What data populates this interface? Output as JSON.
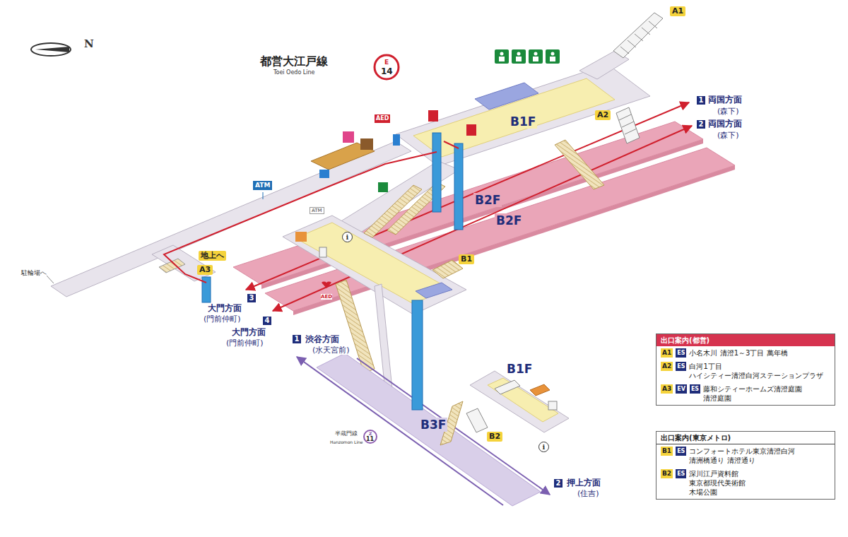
{
  "diagram": {
    "title": "都営大江戸線",
    "nodes": [
      {
        "text": [
          "出口案内(都営)"
        ]
      },
      {
        "text": [
          "A1",
          "ES",
          "小名木川 清澄1～3丁目 萬年橋"
        ],
        "in": 0
      },
      {
        "text": [
          "A2",
          "ES",
          "白河1丁目 ハイシティー清澄白河ステーションプラザ"
        ],
        "in": 0
      },
      {
        "text": [
          "A3",
          "EV",
          "ES",
          "藤和シティーホームズ清澄庭園 清澄庭園"
        ],
        "in": 0
      },
      {
        "text": [
          "出口案内(東京メトロ)"
        ]
      },
      {
        "text": [
          "B1",
          "ES",
          "コンフォートホテル東京清澄白河 清洲橋通り 清澄通り"
        ],
        "in": 4
      },
      {
        "text": [
          "B2",
          "ES",
          "深川江戸資料館 東京都現代美術館 木場公園"
        ],
        "in": 4
      },
      {
        "text": [
          "A1"
        ]
      },
      {
        "text": [
          "A2"
        ]
      },
      {
        "text": [
          "地上へ"
        ]
      },
      {
        "text": [
          "A3"
        ]
      },
      {
        "text": [
          "B1"
        ]
      },
      {
        "text": [
          "B2"
        ]
      }
    ],
    "labels": [
      "N",
      "Toei Oedo Line",
      "E",
      "14",
      "B1F",
      "B2F",
      "B2F",
      "B1F",
      "B3F",
      "1",
      "両国方面",
      "(森下)",
      "2",
      "両国方面",
      "(森下)",
      "3",
      "大門方面",
      "(門前仲町)",
      "4",
      "大門方面",
      "(門前仲町)",
      "1",
      "渋谷方面",
      "(水天宮前)",
      "2",
      "押上方面",
      "(住吉)",
      "駐輪場へ",
      "ATM",
      "ATM",
      "AED",
      "AED",
      "i",
      "i",
      "半蔵門線",
      "Hanzomon Line",
      "Z",
      "11"
    ]
  }
}
